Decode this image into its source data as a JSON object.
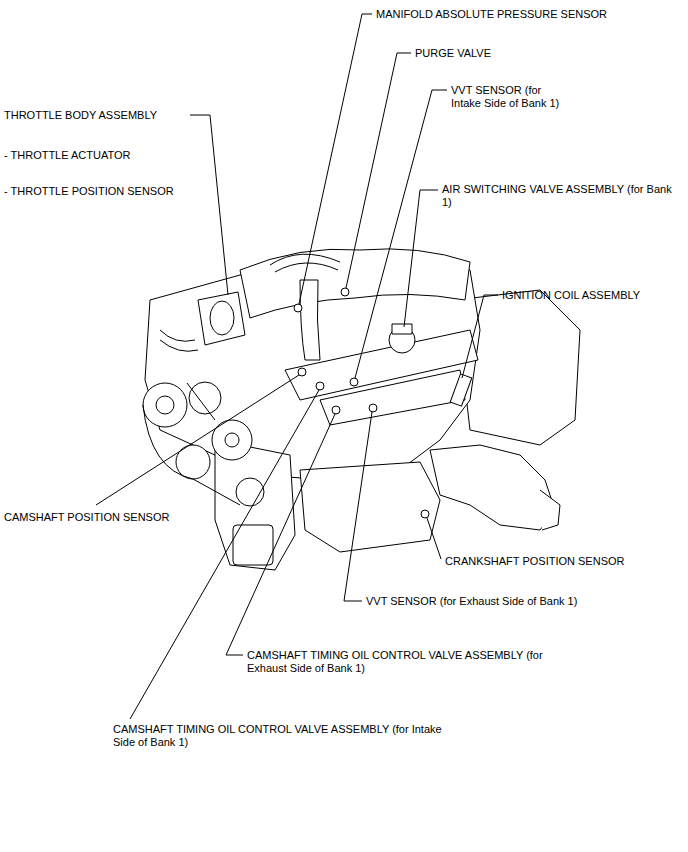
{
  "diagram": {
    "labels": [
      "MANIFOLD ABSOLUTE PRESSURE SENSOR",
      "PURGE VALVE",
      "VVT SENSOR (for Intake Side of Bank 1)",
      "THROTTLE BODY ASSEMBLY",
      "- THROTTLE ACTUATOR",
      "- THROTTLE POSITION SENSOR",
      "AIR SWITCHING VALVE ASSEMBLY (for Bank 1)",
      "IGNITION COIL ASSEMBLY",
      "CAMSHAFT POSITION SENSOR",
      "CRANKSHAFT POSITION SENSOR",
      "VVT SENSOR (for Exhaust Side of Bank 1)",
      "CAMSHAFT TIMING OIL CONTROL VALVE ASSEMBLY (for Exhaust Side of Bank 1)",
      "CAMSHAFT TIMING OIL CONTROL VALVE ASSEMBLY (for Intake Side of Bank 1)"
    ]
  }
}
